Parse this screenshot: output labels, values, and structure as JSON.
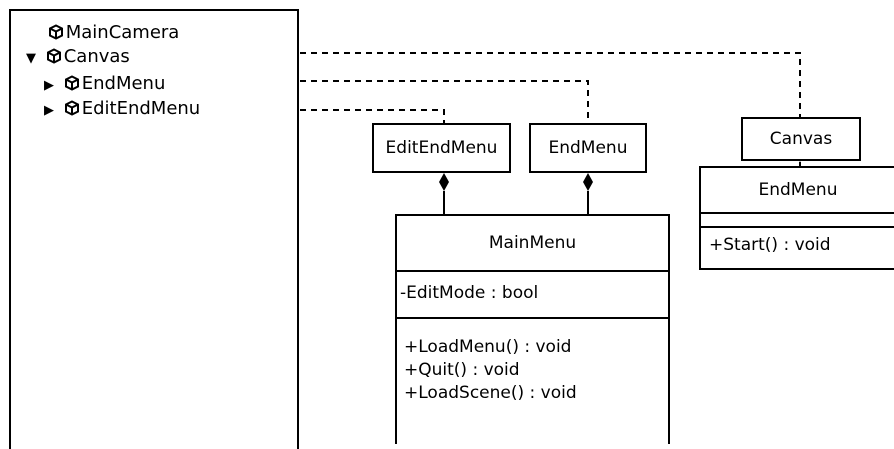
{
  "hierarchy": {
    "items": [
      {
        "label": "MainCamera",
        "arrow": ""
      },
      {
        "label": "Canvas",
        "arrow": "▼"
      },
      {
        "label": "EndMenu",
        "arrow": "▶"
      },
      {
        "label": "EditEndMenu",
        "arrow": "▶"
      }
    ]
  },
  "classes": {
    "edit_end_menu": {
      "name": "EditEndMenu"
    },
    "end_menu_small": {
      "name": "EndMenu"
    },
    "canvas": {
      "name": "Canvas"
    },
    "main_menu": {
      "name": "MainMenu",
      "attributes": [
        "-EditMode : bool"
      ],
      "methods": [
        "+LoadMenu() : void",
        "+Quit() : void",
        "+LoadScene() : void"
      ]
    },
    "end_menu": {
      "name": "EndMenu",
      "attributes": [],
      "methods": [
        "+Start() : void"
      ]
    }
  },
  "icons": {
    "game_object": "cube-icon",
    "collapse": "triangle-down-icon",
    "expand": "triangle-right-icon",
    "composition": "filled-diamond"
  }
}
